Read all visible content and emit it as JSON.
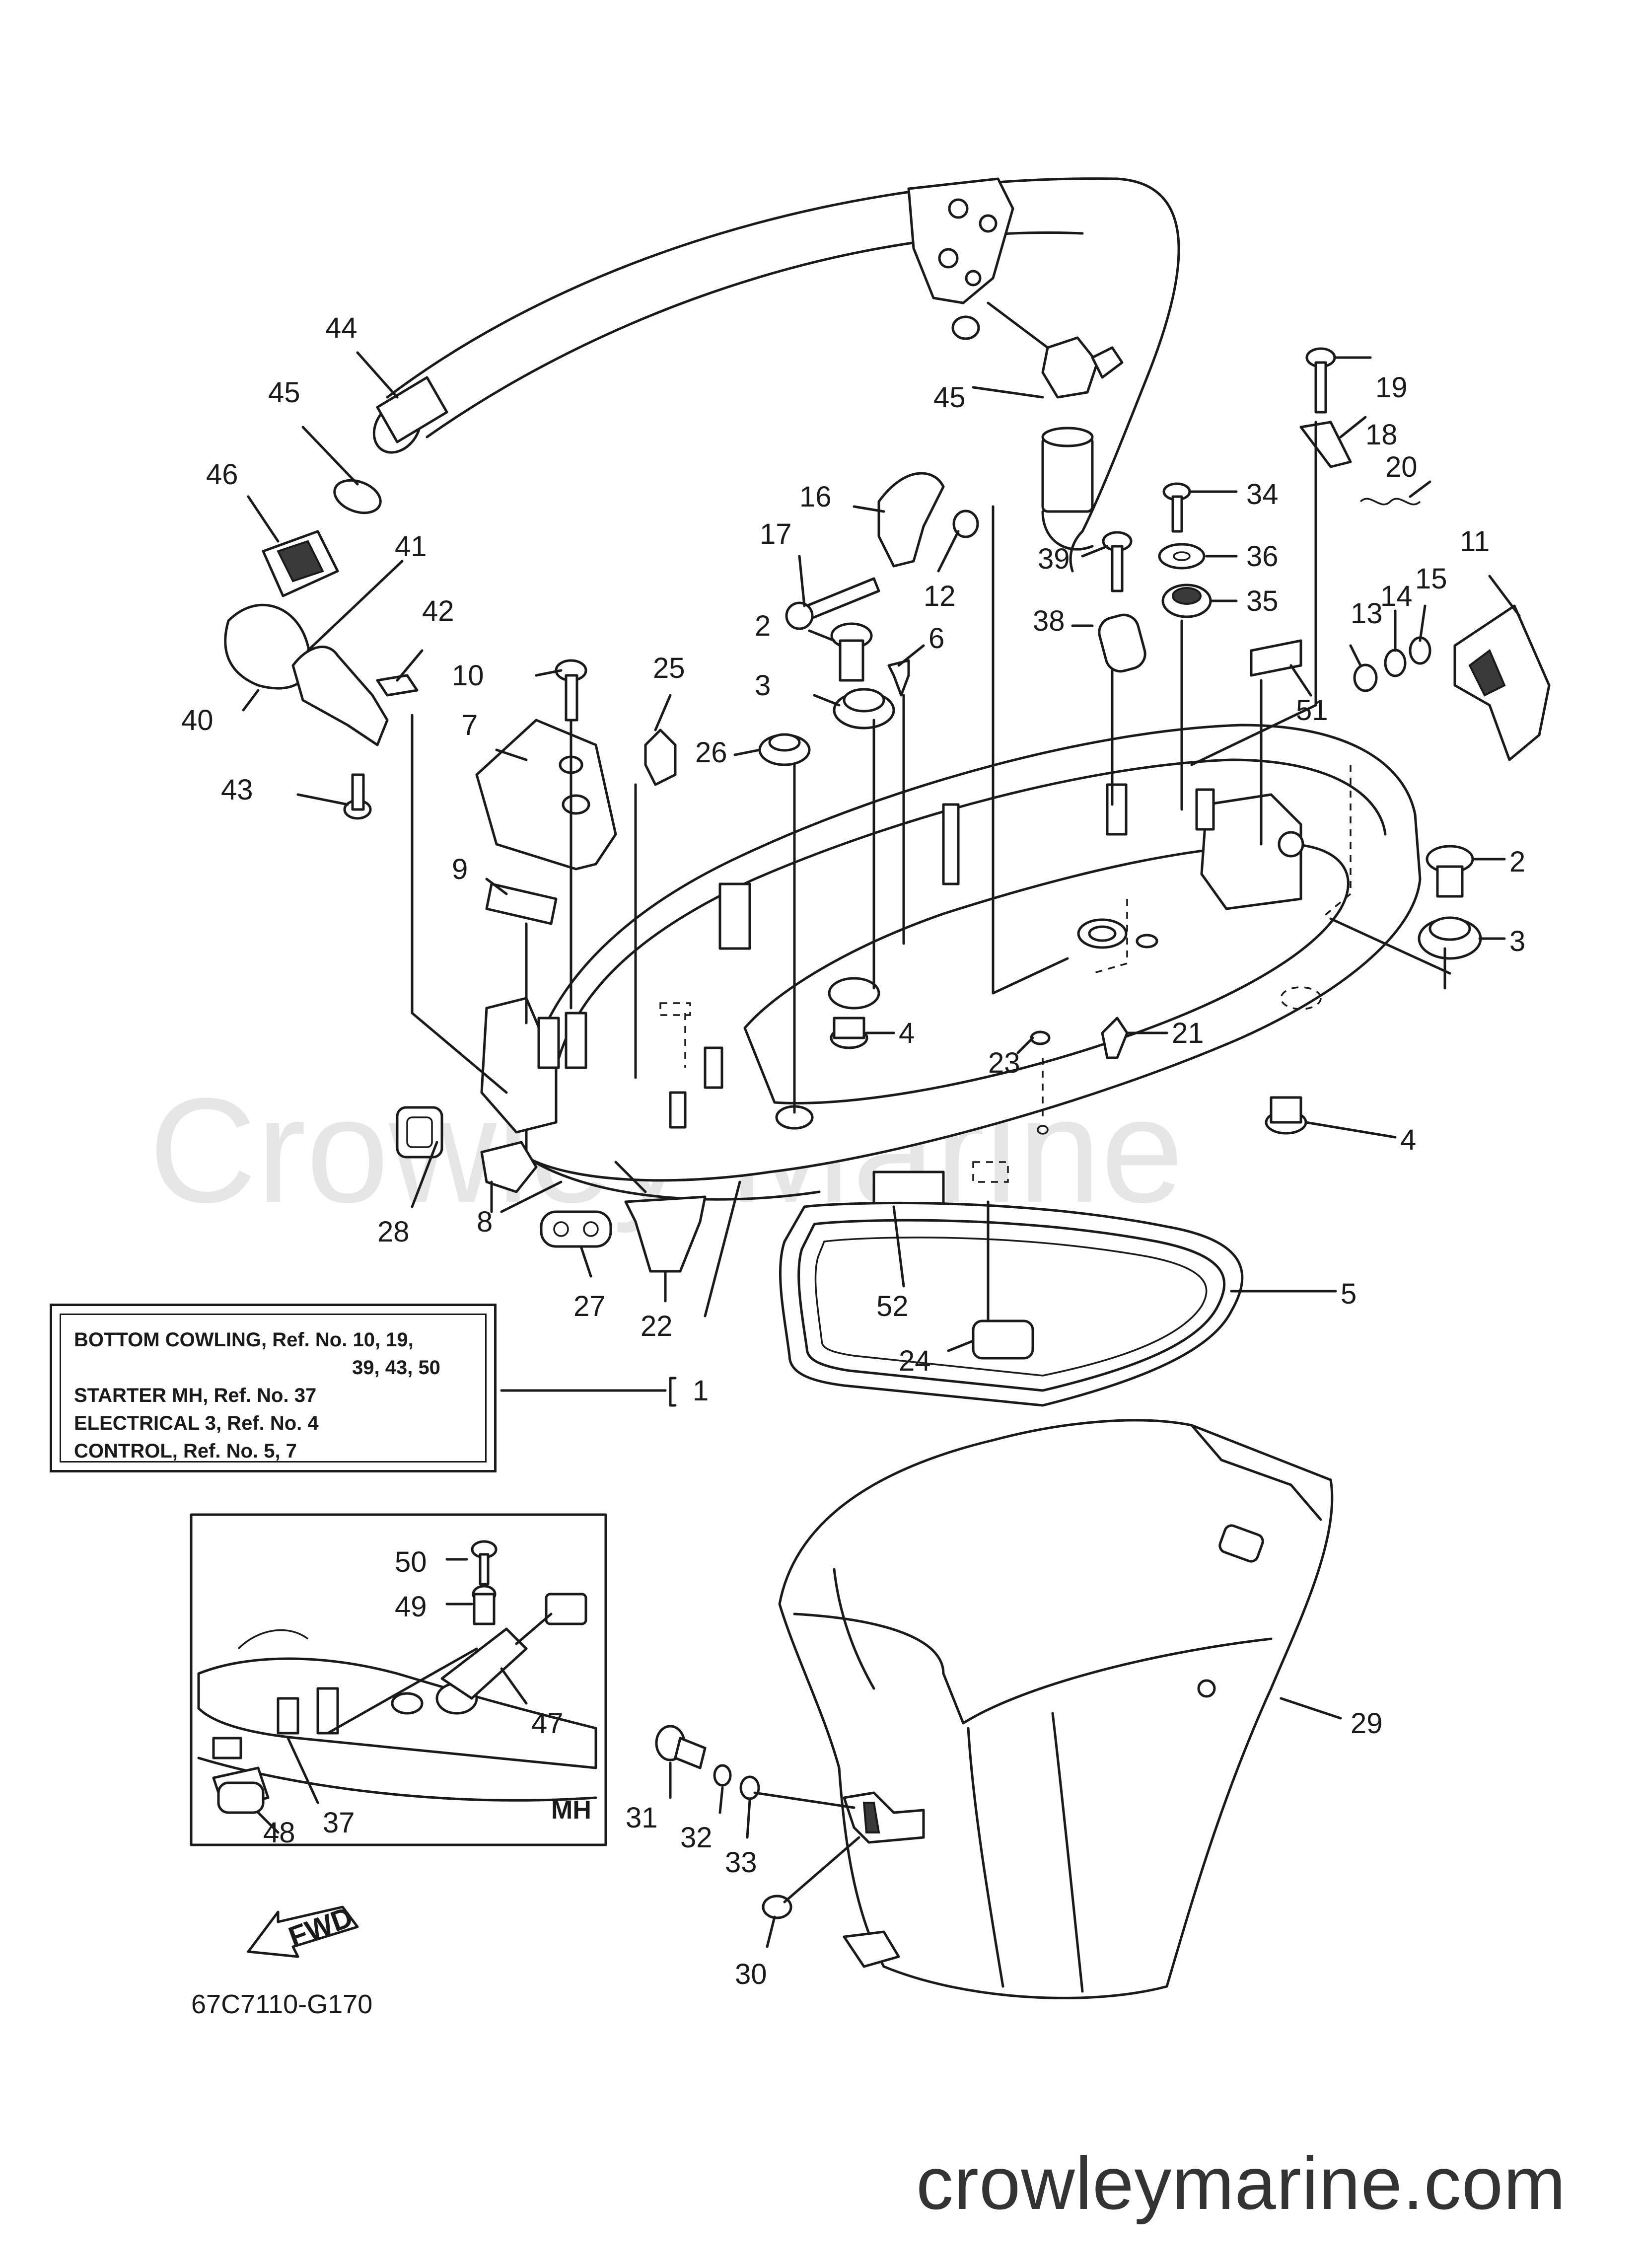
{
  "watermark": "Crowley Marine",
  "diagram_code": "67C7110-G170",
  "website": "crowleymarine.com",
  "inset_label": "MH",
  "fwd_label": "FWD",
  "note": {
    "line1": "BOTTOM COWLING, Ref. No. 10, 19,",
    "line2": "39, 43, 50",
    "line3": "STARTER MH, Ref. No. 37",
    "line4": "ELECTRICAL 3, Ref. No. 4",
    "line5": "CONTROL, Ref. No. 5, 7"
  },
  "callouts": {
    "c1": "1",
    "c2a": "2",
    "c2b": "2",
    "c3a": "3",
    "c3b": "3",
    "c4a": "4",
    "c4b": "4",
    "c5": "5",
    "c6": "6",
    "c7": "7",
    "c8": "8",
    "c9": "9",
    "c10": "10",
    "c11": "11",
    "c12": "12",
    "c13": "13",
    "c14": "14",
    "c15": "15",
    "c16": "16",
    "c17": "17",
    "c18": "18",
    "c19": "19",
    "c20": "20",
    "c21": "21",
    "c22": "22",
    "c23": "23",
    "c24": "24",
    "c25": "25",
    "c26": "26",
    "c27": "27",
    "c28": "28",
    "c29": "29",
    "c30": "30",
    "c31": "31",
    "c32": "32",
    "c33": "33",
    "c34": "34",
    "c35": "35",
    "c36": "36",
    "c38": "38",
    "c39": "39",
    "c40": "40",
    "c41": "41",
    "c42": "42",
    "c43": "43",
    "c44": "44",
    "c45a": "45",
    "c45b": "45",
    "c46": "46",
    "c47": "47",
    "c48": "48",
    "c49": "49",
    "c50": "50",
    "c51": "51",
    "c52": "52",
    "c37": "37"
  }
}
